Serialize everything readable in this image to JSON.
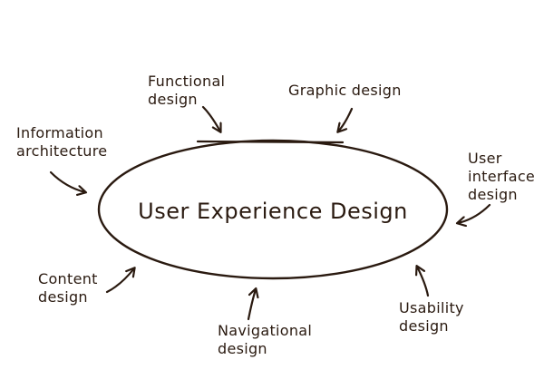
{
  "diagram": {
    "center": "User Experience Design",
    "labels": {
      "functional": [
        "Functional",
        "design"
      ],
      "graphic": [
        "Graphic design"
      ],
      "information": [
        "Information",
        "architecture"
      ],
      "user_interface": [
        "User",
        "interface",
        "design"
      ],
      "content": [
        "Content",
        "design"
      ],
      "navigational": [
        "Navigational",
        "design"
      ],
      "usability": [
        "Usability",
        "design"
      ]
    },
    "colors": {
      "ink": "#2a1a10",
      "background": "#ffffff"
    }
  }
}
